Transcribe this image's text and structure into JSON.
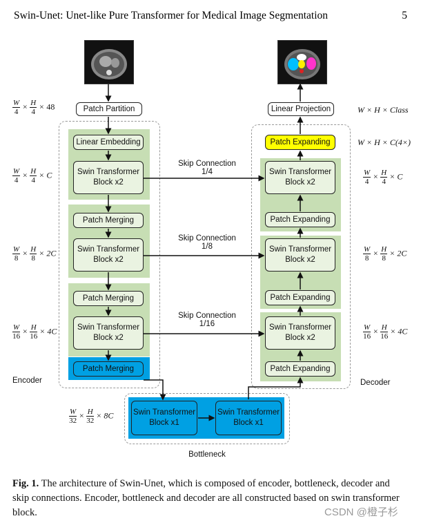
{
  "header": {
    "title": "Swin-Unet: Unet-like Pure Transformer for Medical Image Segmentation",
    "page_number": "5"
  },
  "figure": {
    "input_image_alt": "CT slice",
    "output_image_alt": "Segmentation output",
    "patch_partition": "Patch Partition",
    "linear_projection": "Linear Projection",
    "linear_embedding": "Linear Embedding",
    "swin_block_x2_line1": "Swin Transformer",
    "swin_block_x2_line2": "Block x2",
    "swin_block_x1_line2": "Block x1",
    "patch_merging": "Patch Merging",
    "patch_expanding": "Patch Expanding",
    "encoder": "Encoder",
    "decoder": "Decoder",
    "bottleneck": "Bottleneck",
    "skip1_line1": "Skip Connection",
    "skip1_line2": "1/4",
    "skip2_line1": "Skip Connection",
    "skip2_line2": "1/8",
    "skip3_line1": "Skip Connection",
    "skip3_line2": "1/16",
    "dims": {
      "left_48": {
        "w": "W",
        "wd": "4",
        "h": "H",
        "hd": "4",
        "suffix": "48"
      },
      "left_c": {
        "w": "W",
        "wd": "4",
        "h": "H",
        "hd": "4",
        "suffix": "C"
      },
      "left_2c": {
        "w": "W",
        "wd": "8",
        "h": "H",
        "hd": "8",
        "suffix": "2C"
      },
      "left_4c": {
        "w": "W",
        "wd": "16",
        "h": "H",
        "hd": "16",
        "suffix": "4C"
      },
      "bottleneck_8c": {
        "w": "W",
        "wd": "32",
        "h": "H",
        "hd": "32",
        "suffix": "8C"
      },
      "right_class": "W × H × Class",
      "right_c4": "W × H × C(4×)",
      "right_c": {
        "w": "W",
        "wd": "4",
        "h": "H",
        "hd": "4",
        "suffix": "C"
      },
      "right_2c": {
        "w": "W",
        "wd": "8",
        "h": "H",
        "hd": "8",
        "suffix": "2C"
      },
      "right_4c": {
        "w": "W",
        "wd": "16",
        "h": "H",
        "hd": "16",
        "suffix": "4C"
      }
    },
    "colors": {
      "stage_green": "#c7deb4",
      "blue": "#00a0e3",
      "yellow": "#ffff00"
    }
  },
  "caption": {
    "label": "Fig. 1.",
    "text": " The architecture of Swin-Unet, which is composed of encoder, bottleneck, decoder and skip connections. Encoder, bottleneck and decoder are all constructed based on swin transformer block."
  },
  "watermark": "CSDN @橙子杉"
}
